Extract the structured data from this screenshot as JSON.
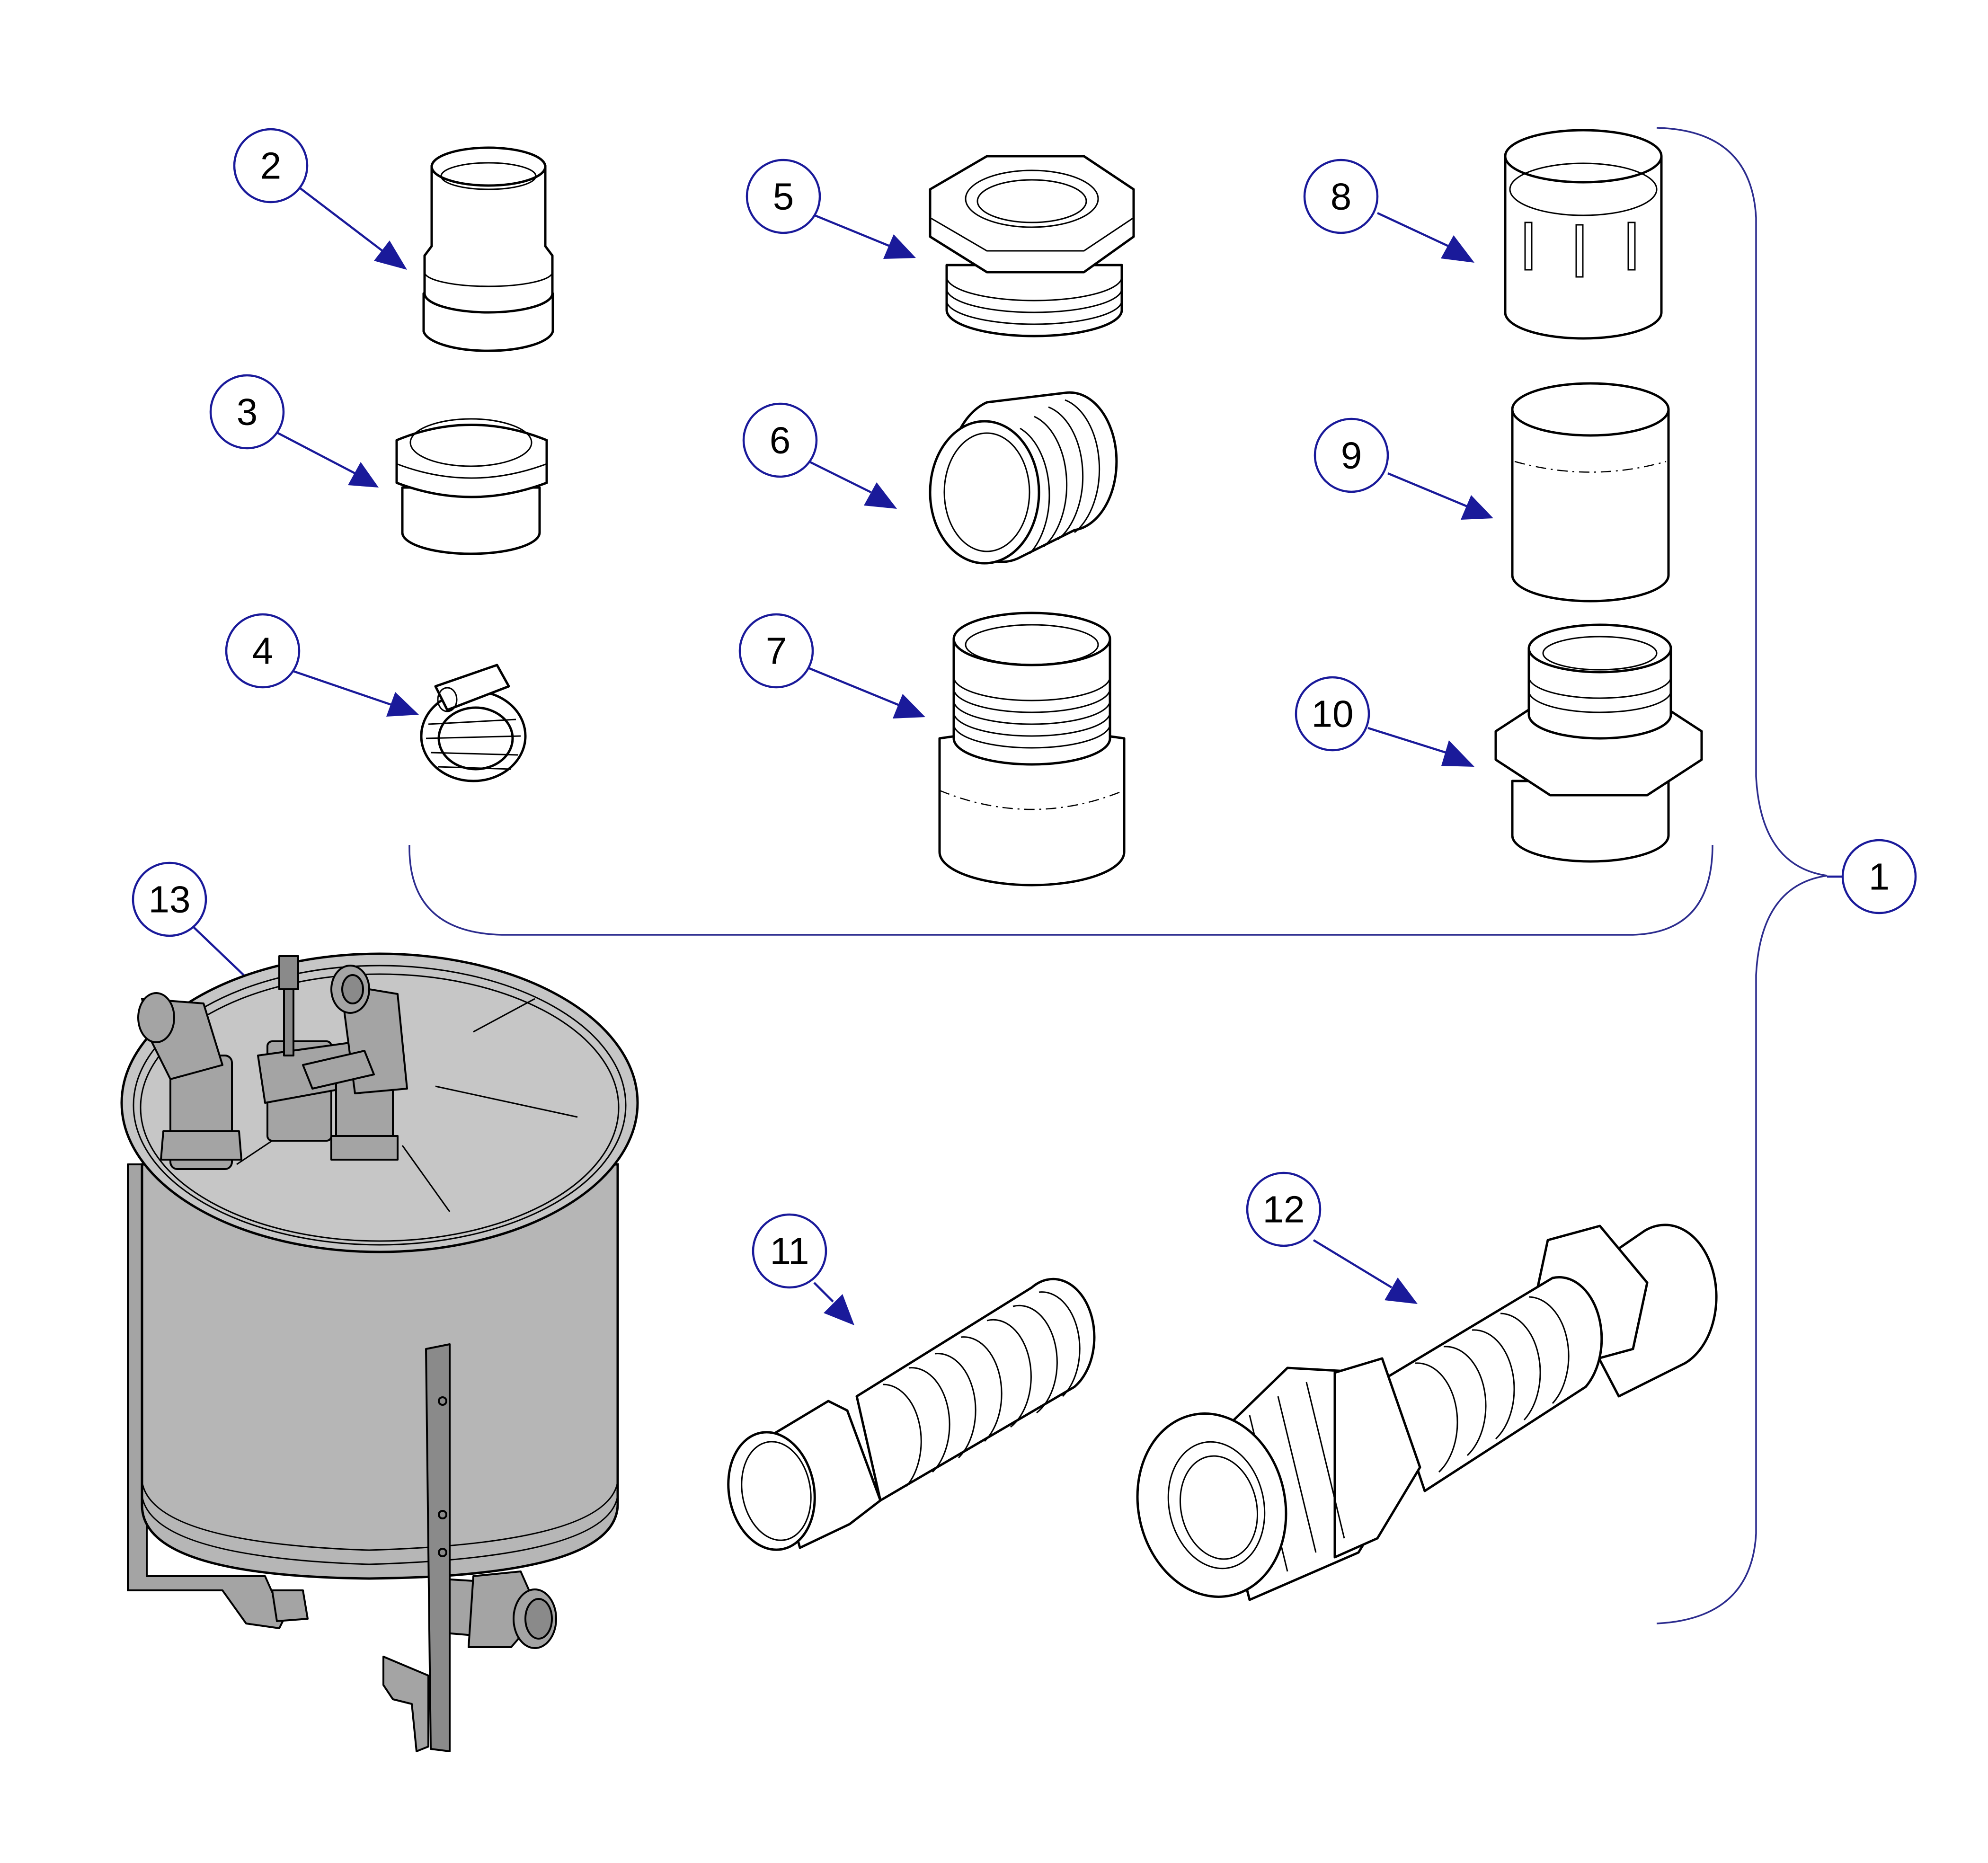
{
  "callouts": [
    "1",
    "2",
    "3",
    "4",
    "5",
    "6",
    "7",
    "8",
    "9",
    "10",
    "11",
    "12",
    "13"
  ],
  "colors": {
    "callout_stroke": "#1a1a9a",
    "bracket": "#2c2c8e",
    "tank_fill": "#b6b6b6"
  },
  "parts": [
    "pipe-adapter",
    "bushing",
    "hose-clamp",
    "hex-reducer-bushing",
    "threaded-nipple",
    "threaded-adapter",
    "slip-coupling",
    "pipe-coupling",
    "hex-adapter",
    "corrugated-hose",
    "hose-union-assembly",
    "tank-assembly"
  ]
}
